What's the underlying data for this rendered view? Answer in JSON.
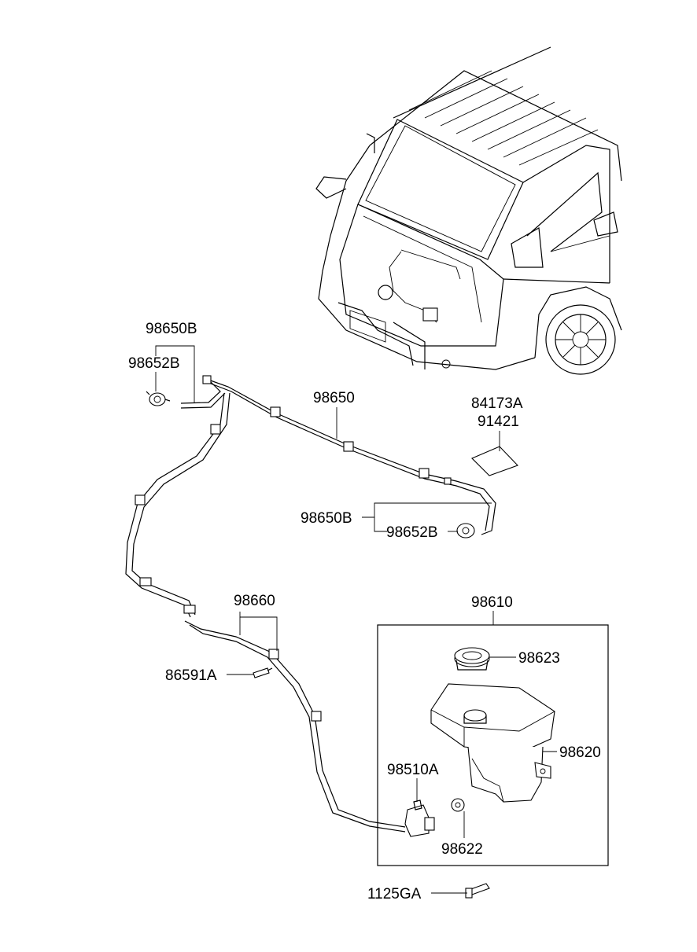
{
  "parts": {
    "hose_bracket_top": "98650B",
    "joint_top": "98652B",
    "hose_main": "98650",
    "hose_bracket_right": "98650B",
    "joint_right": "98652B",
    "mat": "84173A",
    "mat_pad": "91421",
    "hose_lower": "98660",
    "clip_screw": "86591A",
    "reservoir_assy": "98610",
    "cap": "98623",
    "reservoir": "98620",
    "pump": "98510A",
    "grommet": "98622",
    "bolt": "1125GA"
  }
}
